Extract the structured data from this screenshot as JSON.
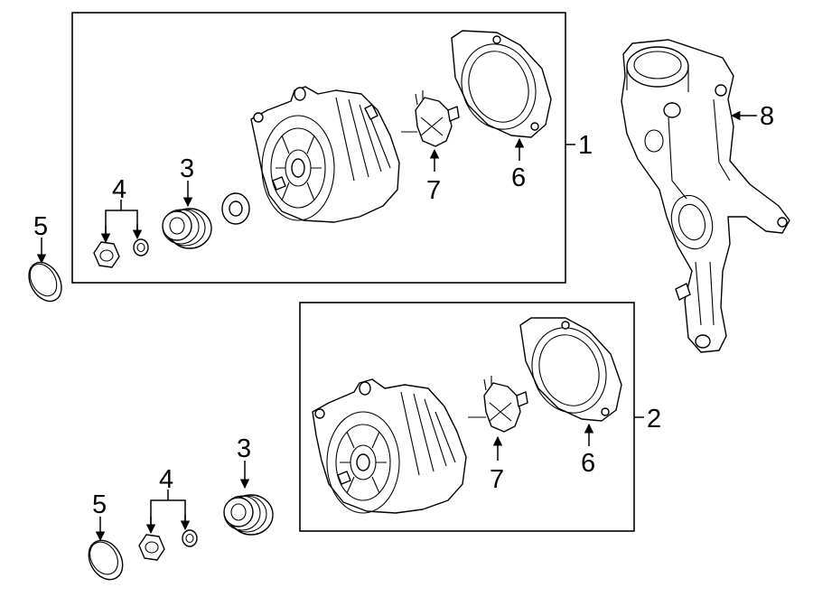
{
  "callouts": {
    "assembly_1": "1",
    "assembly_2": "2",
    "pulley_upper": "3",
    "pulley_lower": "3",
    "nut_washer_upper": "4",
    "nut_washer_lower": "4",
    "cap_upper": "5",
    "cap_lower": "5",
    "rear_cover_upper": "6",
    "rear_cover_lower": "6",
    "regulator_upper": "7",
    "regulator_lower": "7",
    "bracket": "8"
  }
}
